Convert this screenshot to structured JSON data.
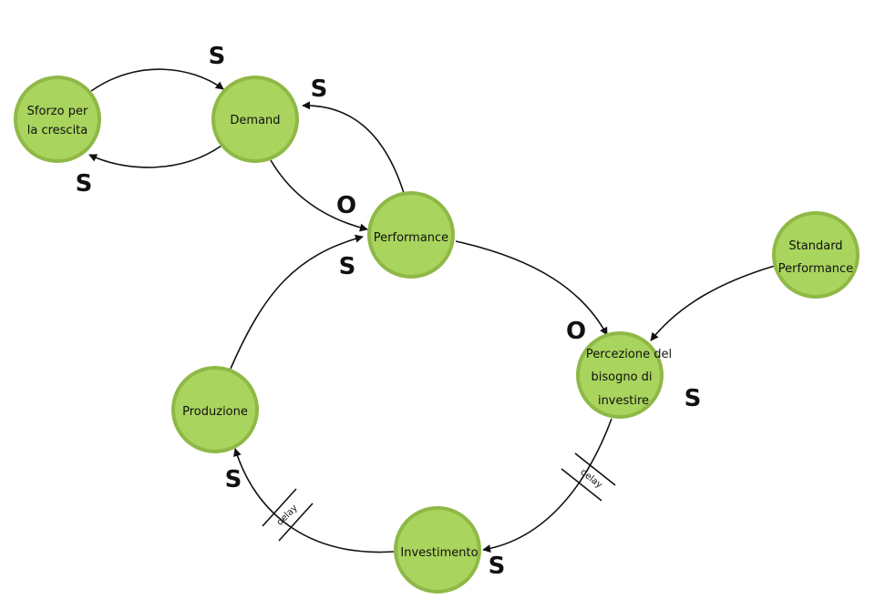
{
  "diagram": {
    "nodes": {
      "sforzo": {
        "lines": [
          "Sforzo per",
          "la crescita"
        ]
      },
      "demand": {
        "lines": [
          "Demand"
        ]
      },
      "performance": {
        "lines": [
          "Performance"
        ]
      },
      "standard": {
        "lines": [
          "Standard",
          "Performance"
        ]
      },
      "percezione": {
        "lines": [
          "Percezione del",
          "bisogno di",
          "investire"
        ]
      },
      "produzione": {
        "lines": [
          "Produzione"
        ]
      },
      "investimento": {
        "lines": [
          "Investimento"
        ]
      }
    },
    "edges": [
      {
        "from": "sforzo",
        "to": "demand",
        "polarity": "S"
      },
      {
        "from": "demand",
        "to": "sforzo",
        "polarity": "S"
      },
      {
        "from": "performance",
        "to": "demand",
        "polarity": "S"
      },
      {
        "from": "demand",
        "to": "performance",
        "polarity": "O"
      },
      {
        "from": "produzione",
        "to": "performance",
        "polarity": "S"
      },
      {
        "from": "performance",
        "to": "percezione",
        "polarity": "O"
      },
      {
        "from": "standard",
        "to": "percezione",
        "polarity": "S"
      },
      {
        "from": "percezione",
        "to": "investimento",
        "polarity": "S",
        "delay": "delay"
      },
      {
        "from": "investimento",
        "to": "produzione",
        "polarity": "S",
        "delay": "delay"
      }
    ]
  }
}
